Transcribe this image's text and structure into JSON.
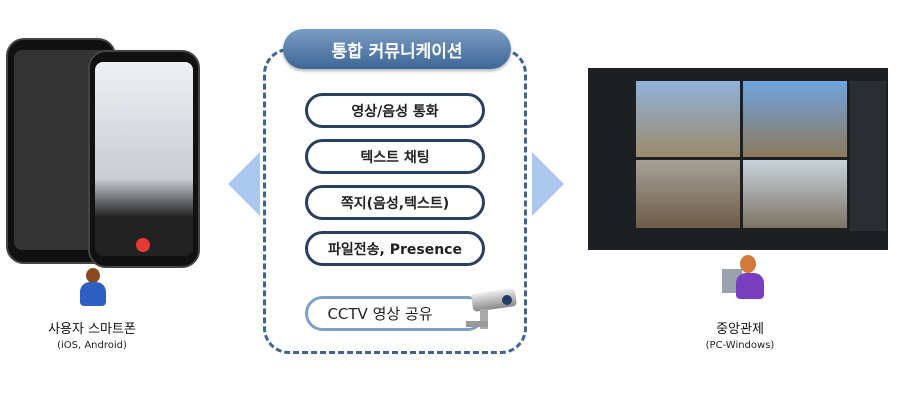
{
  "title": "통합 커뮤니케이션",
  "features": [
    "영상/음성 통화",
    "텍스트 채팅",
    "쪽지(음성,텍스트)",
    "파일전송, Presence"
  ],
  "cctv": "CCTV 영상 공유",
  "left": {
    "label": "사용자 스마트폰",
    "sub": "(iOS, Android)"
  },
  "right": {
    "label": "중앙관제",
    "sub": "(PC-Windows)"
  },
  "colors": {
    "accent": "#3d6797",
    "pill_border": "#2a3f5e",
    "arrow": "#a9c8ec"
  }
}
